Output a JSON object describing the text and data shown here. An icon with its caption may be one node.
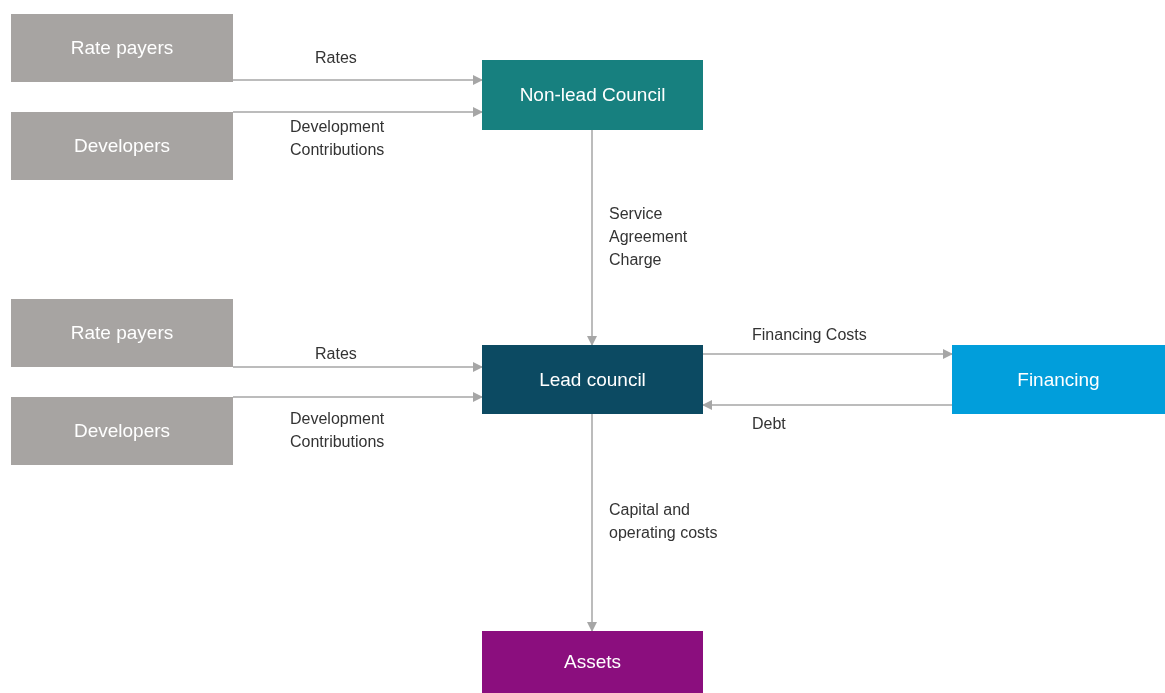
{
  "diagram": {
    "nodes": [
      {
        "text": [
          "Rate payers"
        ]
      },
      {
        "text": [
          "Developers"
        ]
      },
      {
        "text": [
          "Non-lead Council"
        ]
      },
      {
        "text": [
          "Rate payers"
        ]
      },
      {
        "text": [
          "Developers"
        ]
      },
      {
        "text": [
          "Lead council"
        ]
      },
      {
        "text": [
          "Financing"
        ]
      },
      {
        "text": [
          "Assets"
        ]
      }
    ],
    "edges": [
      {
        "from": 0,
        "to": 2,
        "arrow": "to",
        "label": "Rates"
      },
      {
        "from": 1,
        "to": 2,
        "arrow": "to",
        "label": "Development Contributions"
      },
      {
        "from": 2,
        "to": 5,
        "arrow": "to",
        "label": "Service Agreement Charge"
      },
      {
        "from": 3,
        "to": 5,
        "arrow": "to",
        "label": "Rates"
      },
      {
        "from": 4,
        "to": 5,
        "arrow": "to",
        "label": "Development Contributions"
      },
      {
        "from": 5,
        "to": 6,
        "arrow": "to",
        "label": "Financing Costs"
      },
      {
        "from": 6,
        "to": 5,
        "arrow": "to",
        "label": "Debt"
      },
      {
        "from": 5,
        "to": 7,
        "arrow": "to",
        "label": "Capital and operating costs"
      }
    ]
  }
}
